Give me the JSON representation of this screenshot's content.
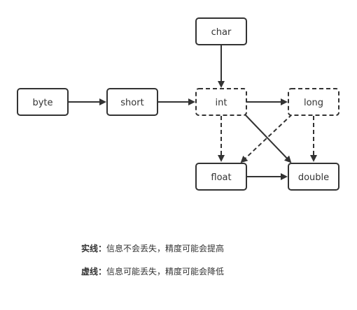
{
  "nodes": {
    "byte": "byte",
    "short": "short",
    "char": "char",
    "int": "int",
    "long": "long",
    "float": "float",
    "double": "double"
  },
  "legend": {
    "solid": {
      "title": "实线：",
      "text": "信息不会丢失，精度可能会提高"
    },
    "dashed": {
      "title": "虚线：",
      "text": "信息可能丢失，精度可能会降低"
    }
  },
  "colors": {
    "stroke": "#333333",
    "text": "#333333",
    "background": "#ffffff"
  }
}
